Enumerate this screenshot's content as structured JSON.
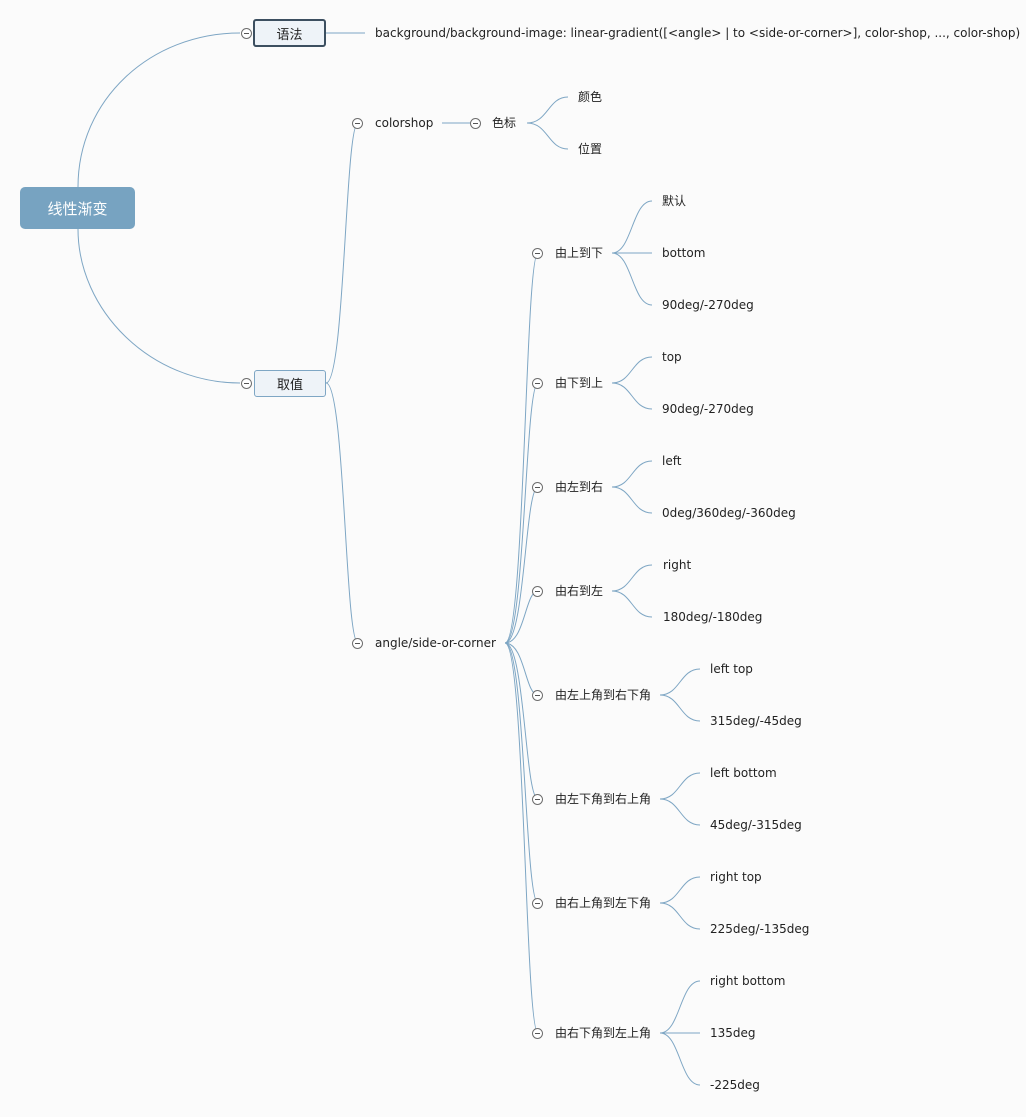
{
  "root": {
    "label": "线性渐变"
  },
  "syntax": {
    "label": "语法",
    "content": "background/background-image: linear-gradient([<angle> | to <side-or-corner>], color-shop, ..., color-shop)"
  },
  "values": {
    "label": "取值",
    "colorshop": {
      "label": "colorshop",
      "stop": {
        "label": "色标",
        "children": [
          "颜色",
          "位置"
        ]
      }
    },
    "angle": {
      "label": "angle/side-or-corner",
      "directions": [
        {
          "label": "由上到下",
          "children": [
            "默认",
            "bottom",
            "90deg/-270deg"
          ]
        },
        {
          "label": "由下到上",
          "children": [
            "top",
            "90deg/-270deg"
          ]
        },
        {
          "label": "由左到右",
          "children": [
            "left",
            "0deg/360deg/-360deg"
          ]
        },
        {
          "label": "由右到左",
          "children": [
            "right",
            "180deg/-180deg"
          ]
        },
        {
          "label": "由左上角到右下角",
          "children": [
            "left top",
            "315deg/-45deg"
          ]
        },
        {
          "label": "由左下角到右上角",
          "children": [
            "left bottom",
            "45deg/-315deg"
          ]
        },
        {
          "label": "由右上角到左下角",
          "children": [
            "right top",
            "225deg/-135deg"
          ]
        },
        {
          "label": "由右下角到左上角",
          "children": [
            "right bottom",
            "135deg",
            "-225deg"
          ]
        }
      ]
    }
  },
  "colors": {
    "root_fill": "#77a3c1",
    "line": "#7ea6c4",
    "box_fill": "#eef3f8",
    "selected_border": "#3c4f60"
  }
}
